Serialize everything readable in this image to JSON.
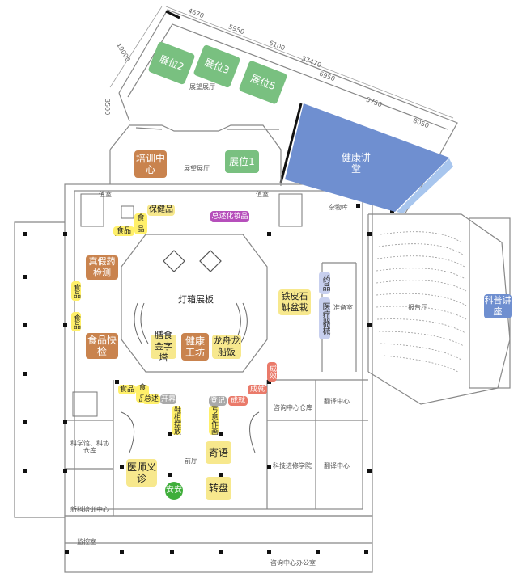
{
  "dimensions": [
    "4670",
    "5950",
    "6100",
    "37470",
    "6950",
    "5750",
    "8050",
    "10000",
    "3500"
  ],
  "zones": {
    "booth2": "展位2",
    "booth3": "展位3",
    "booth5": "展位5",
    "booth1": "展位1",
    "health_lecture": "健康讲堂",
    "training_center": "培训中心",
    "health_products": "保健品",
    "cosmetics": "总述化妆品",
    "food_a": "食品",
    "food_b": "食品",
    "fake_drug": "真假药检测",
    "food_c": "食品",
    "food_d": "食品",
    "food_check": "食品快检",
    "lightbox": "灯箱展板",
    "diet_pyramid": "膳食金字塔",
    "health_workshop": "健康工坊",
    "dragon_boat": "龙舟龙船饭",
    "dendrobium": "铁皮石斛盆栽",
    "drugs": "药品",
    "medical_devices": "医疗器械",
    "science_lecture": "科普讲座",
    "food_e": "食品",
    "food_f": "食品",
    "summary": "总述",
    "opening": "开幕",
    "shoe_cabinet": "鞋柜摆放",
    "sketch": "写意作画",
    "register": "登记",
    "achievement": "成就",
    "achievement2": "成就",
    "achievement3": "成效",
    "message": "寄语",
    "doctor_clinic": "医师义诊",
    "safe": "安安",
    "turntable": "转盘"
  },
  "rooms": {
    "exhibit_hall_top": "展望展厅",
    "exhibit_hall_mid": "展望展厅",
    "office_left": "值室",
    "office_right": "值室",
    "storage": "杂物库",
    "lecture_hall": "报告厅",
    "prep_room": "准备室",
    "consult_center_warehouse": "咨询中心仓库",
    "translation_center_top": "翻译中心",
    "science_warehouse": "科学馆、科协仓库",
    "tech_school": "科技进修学院",
    "translation_center": "翻译中心",
    "new_training_center": "新科培训中心",
    "front_hall": "前厅",
    "monitor_room": "监控室",
    "consult_office": "咨询中心办公室"
  },
  "colors": {
    "booth": "#79c080",
    "lecture": "#6f8fd0",
    "activity": "#c9834e",
    "food": "#fff06a",
    "display": "#f7e88d",
    "cosmetics": "#b64fbb",
    "medical": "#c7cfee",
    "achievement": "#ea7a6a",
    "safe": "#3fae3a"
  }
}
